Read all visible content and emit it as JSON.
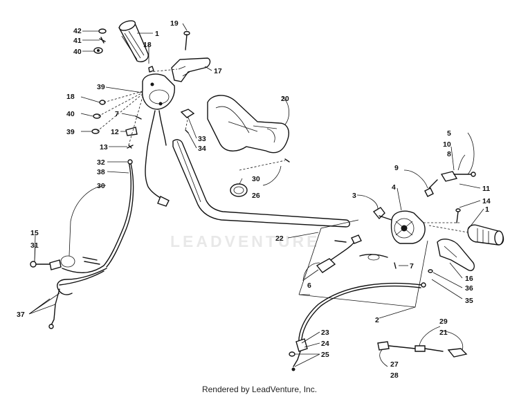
{
  "watermark": "LEADVENTURE",
  "footer": "Rendered by LeadVenture, Inc.",
  "callouts": {
    "c42": "42",
    "c41": "41",
    "c40a": "40",
    "c1a": "1",
    "c18a": "18",
    "c19": "19",
    "c17": "17",
    "c39a": "39",
    "c18b": "18",
    "c40b": "40",
    "c7a": "7",
    "c39b": "39",
    "c12": "12",
    "c13": "13",
    "c33": "33",
    "c34": "34",
    "c20": "20",
    "c32": "32",
    "c38": "38",
    "c30a": "30",
    "c30b": "30",
    "c26": "26",
    "c15": "15",
    "c31": "31",
    "c37": "37",
    "c22": "22",
    "c3": "3",
    "c4": "4",
    "c9": "9",
    "c5": "5",
    "c10": "10",
    "c8": "8",
    "c11": "11",
    "c14": "14",
    "c1b": "1",
    "c7b": "7",
    "c6": "6",
    "c16": "16",
    "c36": "36",
    "c35": "35",
    "c2": "2",
    "c23": "23",
    "c24": "24",
    "c25": "25",
    "c29": "29",
    "c21": "21",
    "c27": "27",
    "c28": "28"
  }
}
